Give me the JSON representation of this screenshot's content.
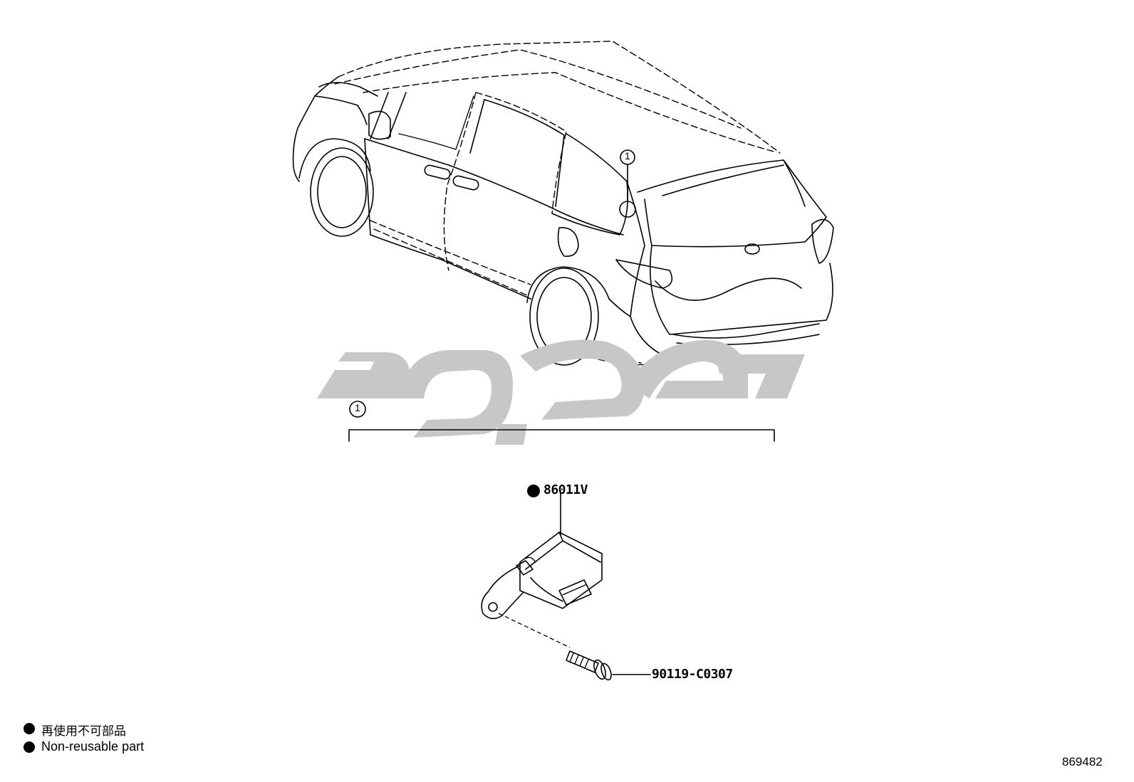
{
  "callout_number": "1",
  "bracket_number": "1",
  "parts": {
    "main_part": "86011V",
    "bolt_part": "90119-C0307"
  },
  "legend": {
    "japanese": "再使用不可部品",
    "english": "Non-reusable part",
    "bullet_icon": "filled-circle"
  },
  "figure_reference": "869482",
  "watermark_color": "#c7c7c7"
}
